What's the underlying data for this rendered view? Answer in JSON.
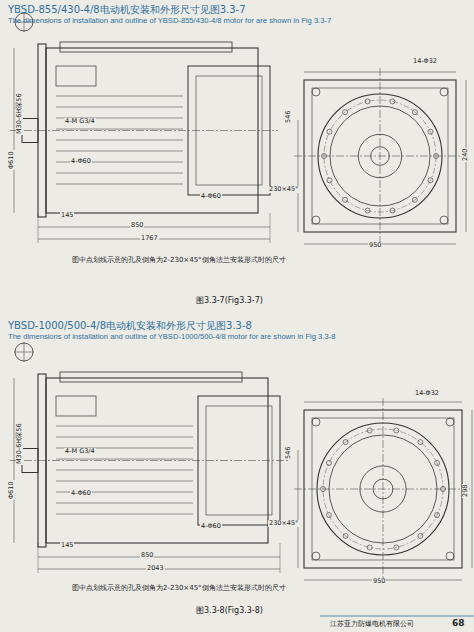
{
  "diagram": {
    "labels": [
      "YBSD-855/430-4/8电动机安装和外形尺寸见图3.3-7",
      "The dimensions of installation and outline of YBSD-855/430-4/8 motor for are shown in Fig 3.3-7",
      "M30-6H深56",
      "4-M G3/4",
      "4-Φ60",
      "Φ610",
      "145",
      "850",
      "1767",
      "230×45°",
      "4-Φ60",
      "14-Φ32",
      "950",
      "546",
      "240",
      "图中点划线示意的孔及倒角为2-230×45°倒角法兰安装形式时的尺寸",
      "图3.3-7(Fig3.3-7)",
      "YBSD-1000/500-4/8电动机安装和外形尺寸见图3.3-8",
      "The dimensions of installation and outline of YBSD-1000/500-4/8 motor for are shown in Fig 3.3-8",
      "M30-6H深56",
      "4-M G3/4",
      "4-Φ60",
      "Φ610",
      "145",
      "850",
      "2043",
      "230×45°",
      "14-Φ32",
      "950",
      "546",
      "298",
      "4-Φ60",
      "图中点划线示意的孔及倒角为2-230×45°倒角法兰安装形式时的尺寸",
      "图3.3-8(Fig3.3-8)",
      "江苏亚力防爆电机有限公司",
      "68"
    ]
  }
}
